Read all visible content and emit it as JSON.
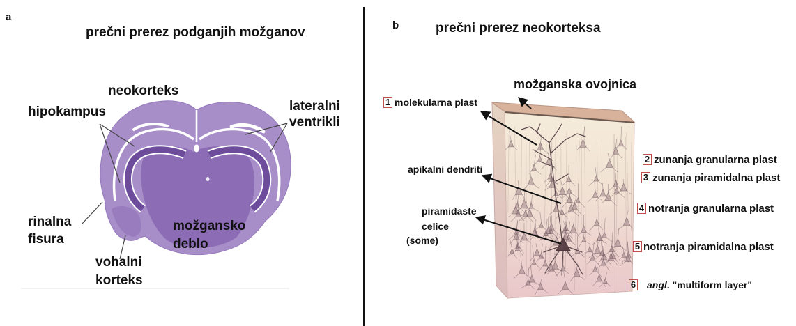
{
  "panel_a": {
    "letter": "a",
    "title": "prečni prerez podganjih možganov",
    "labels": {
      "neokorteks": "neokorteks",
      "hipokampus": "hipokampus",
      "lateralni_ventrikli": [
        "lateralni",
        "ventrikli"
      ],
      "rinalna_fisura": [
        "rinalna",
        "fisura"
      ],
      "mozgansko_deblo": [
        "možgansko",
        "deblo"
      ],
      "vohalni_korteks": [
        "vohalni",
        "korteks"
      ]
    }
  },
  "panel_b": {
    "letter": "b",
    "title": "prečni prerez neokorteksa",
    "labels": {
      "mozganska_ovojnica": "možganska ovojnica",
      "apikalni_dendriti": "apikalni dendriti",
      "piramidaste_celice": [
        "piramidaste",
        "celice"
      ],
      "some": "(some)"
    },
    "layers": [
      {
        "number": "1",
        "name": "molekularna plast"
      },
      {
        "number": "2",
        "name": "zunanja granularna plast"
      },
      {
        "number": "3",
        "name": "zunanja piramidalna plast"
      },
      {
        "number": "4",
        "name": "notranja granularna plast"
      },
      {
        "number": "5",
        "name": "notranja piramidalna plast"
      },
      {
        "number": "6",
        "name_italic": "angl",
        "name": ". \"multiform layer\""
      }
    ]
  },
  "colors": {
    "cortex": "#a88ec9",
    "inner": "#8c6db5",
    "hippocampus": "#6e4c9c",
    "white_matter": "#ffffff",
    "block_top": "#d9b29b",
    "layer_box_border": "#c0504d"
  }
}
